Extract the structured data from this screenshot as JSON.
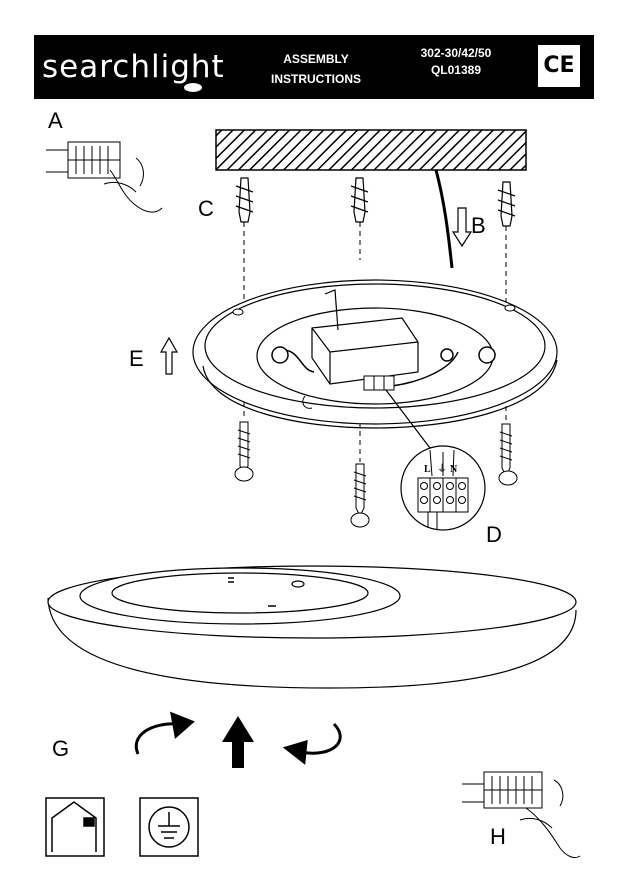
{
  "header": {
    "brand": "searchlight",
    "title_line1": "ASSEMBLY",
    "title_line2": "INSTRUCTIONS",
    "model_numbers": "302-30/42/50",
    "code": "QL01389",
    "ce_mark": "CE"
  },
  "steps": {
    "a": "A",
    "b": "B",
    "c": "C",
    "d": "D",
    "e": "E",
    "g": "G",
    "h": "H"
  },
  "terminal_labels": {
    "live": "L",
    "earth": "⏚",
    "neutral": "N"
  },
  "icons": [
    "indoor-use-icon",
    "protective-earth-icon"
  ]
}
